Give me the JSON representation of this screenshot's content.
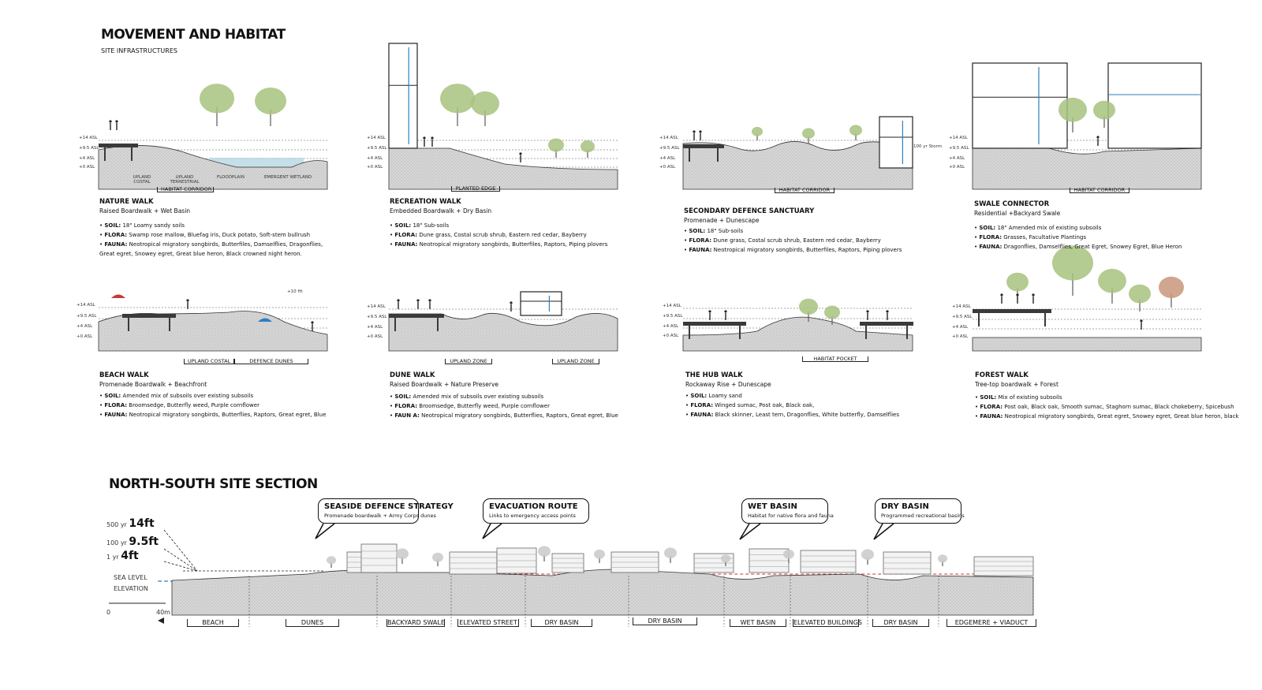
{
  "header": {
    "title": "MOVEMENT AND HABITAT",
    "subtitle": "SITE INFRASTRUCTURES"
  },
  "elevations": [
    "+14 ASL",
    "+9.5 ASL",
    "+4 ASL",
    "+0 ASL"
  ],
  "cards": [
    {
      "title": "NATURE WALK",
      "subtitle": "Raised Boardwalk + Wet Basin",
      "tag": "HABITAT CORRIDOR",
      "zones": [
        "UPLAND COSTAL",
        "UPLAND TERRESTRIAL",
        "FLOODPLAIN",
        "EMERGENT WETLAND"
      ],
      "soil": "18\" Loamy sandy soils",
      "flora": "Swamp rose mallow, Bluefag iris, Duck potato, Soft-stem bullrush",
      "fauna": "Neotropical migratory songbirds, Butterfiles, Damselflies, Dragonflies, Great egret, Snowey egret, Great blue heron, Black crowned night heron."
    },
    {
      "title": "RECREATION WALK",
      "subtitle": "Embedded Boardwalk + Dry Basin",
      "tag": "PLANTED EDGE",
      "soil": "18\" Sub-soils",
      "flora": "Dune grass, Costal scrub shrub, Eastern red cedar, Bayberry",
      "fauna": "Neotropical migratory songbirds, Butterfiles, Raptors, Piping plovers"
    },
    {
      "title": "SECONDARY DEFENCE SANCTUARY",
      "subtitle": "Promenade + Dunescape",
      "tag": "HABITAT CORRIDOR",
      "soil": "18\" Sub-soils",
      "flora": "Dune grass, Costal scrub shrub, Eastern red cedar, Bayberry",
      "fauna": "Neotropical migratory songbirds, Butterfiles, Raptors, Piping plovers"
    },
    {
      "title": "SWALE CONNECTOR",
      "subtitle": "Residential +Backyard Swale",
      "tag": "HABITAT CORRIDOR",
      "soil": "18\" Amended mix of existing subsoils",
      "flora": "Grasses, Facultative Plantings",
      "fauna": "Dragonflies, Damselflies, Great Egret, Snowey Egret, Blue Heron"
    },
    {
      "title": "BEACH WALK",
      "subtitle": "Promenade Boardwalk + Beachfront",
      "tags": [
        "UPLAND COSTAL",
        "DEFENCE DUNES"
      ],
      "soil": "Amended mix of subsoils over existing subsoils",
      "flora": "Broomsedge, Butterfly weed, Purple cornflower",
      "fauna": "Neotropical migratory songbirds, Butterflies, Raptors, Great egret, Blue"
    },
    {
      "title": "DUNE WALK",
      "subtitle": "Raised Boardwalk + Nature Preserve",
      "tags": [
        "UPLAND ZONE",
        "UPLAND ZONE"
      ],
      "soil": "Amended mix of subsoils over existing subsoils",
      "flora": "Broomsedge, Butterfly weed, Purple cornflower",
      "fauna": "Neotropical migratory songbirds, Butterflies, Raptors, Great egret, Blue"
    },
    {
      "title": "THE HUB WALK",
      "subtitle": "Rockaway Rise + Dunescape",
      "tag": "HABITAT POCKET",
      "soil": "Loamy sand",
      "flora": "Winged sumac, Post oak, Black oak,",
      "fauna": "Black skinner, Least tern, Dragonflies, White butterfly, Damselflies"
    },
    {
      "title": "FOREST WALK",
      "subtitle": "Tree-top boardwalk + Forest",
      "soil": "Mix of existing subsoils",
      "flora": "Post oak, Black oak, Smooth sumac, Staghorn sumac, Black chokeberry, Spicebush",
      "fauna": "Neotropical migratory songbirds, Great egret, Snowey egret, Great blue heron, black"
    }
  ],
  "labels": {
    "soil": "SOIL:",
    "flora": "FLORA:",
    "fauna": "FAUNA:",
    "fauna_alt": "FAUN A:"
  },
  "marks": {
    "hub": "100 yr Storm",
    "height": "+10 Ht"
  },
  "section": {
    "title": "NORTH-SOUTH SITE SECTION",
    "legend": [
      {
        "yr": "500 yr",
        "ft": "14ft"
      },
      {
        "yr": "100 yr",
        "ft": "9.5ft"
      },
      {
        "yr": "1 yr",
        "ft": "4ft"
      }
    ],
    "sea_level": "SEA LEVEL",
    "elevation": "ELEVATION",
    "scale_start": "0",
    "scale_end": "40m",
    "callouts": [
      {
        "title": "SEASIDE DEFENCE STRATEGY",
        "text": "Promenade boardwalk + Army Corps dunes"
      },
      {
        "title": "EVACUATION ROUTE",
        "text": "Links to emergency access points"
      },
      {
        "title": "WET BASIN",
        "text": "Habitat for native flora and fauna"
      },
      {
        "title": "DRY BASIN",
        "text": "Programmed recreational basins"
      }
    ],
    "zones": [
      "BEACH",
      "DUNES",
      "BACKYARD SWALE",
      "ELEVATED STREET",
      "DRY BASIN",
      "DRY BASIN",
      "WET BASIN",
      "ELEVATED BUILDINGS",
      "DRY BASIN",
      "EDGEMERE + VIADUCT"
    ]
  },
  "colors": {
    "ground": "#c9c9c9",
    "water": "#b8d6e2",
    "tree": "#a7c27e",
    "tree_autumn": "#c9967a",
    "accent_blue": "#2e7fbf",
    "accent_red": "#d0302e"
  }
}
